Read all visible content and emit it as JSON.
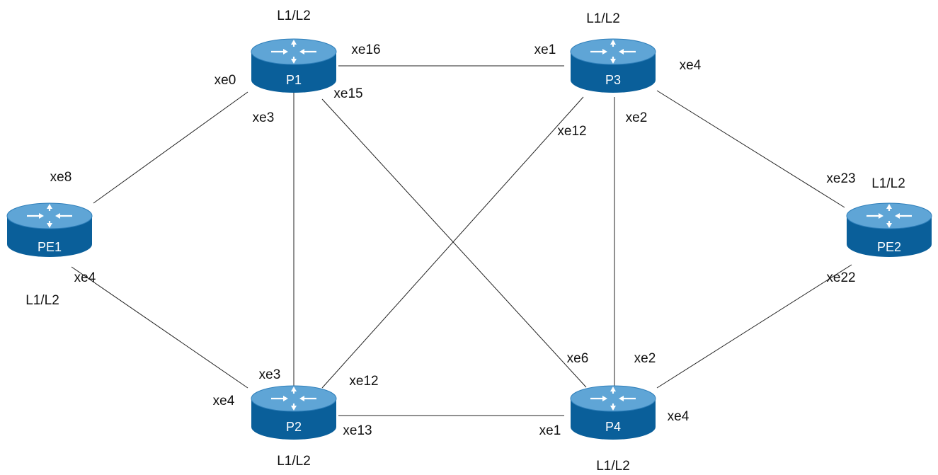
{
  "colors": {
    "router_side": "#0a5f9a",
    "router_top": "#5fa5d6",
    "router_top_edge": "#2f7fba",
    "arrow": "#ffffff",
    "link": "#222222"
  },
  "router_icon": "router-icon",
  "routers": [
    {
      "id": "P1",
      "name": "P1",
      "level": "L1/L2"
    },
    {
      "id": "P3",
      "name": "P3",
      "level": "L1/L2"
    },
    {
      "id": "PE1",
      "name": "PE1",
      "level": "L1/L2"
    },
    {
      "id": "PE2",
      "name": "PE2",
      "level": "L1/L2"
    },
    {
      "id": "P2",
      "name": "P2",
      "level": "L1/L2"
    },
    {
      "id": "P4",
      "name": "P4",
      "level": "L1/L2"
    }
  ],
  "links": [
    {
      "id": "p1-p3",
      "a": "P1",
      "b": "P3",
      "a_iface": "xe16",
      "b_iface": "xe1"
    },
    {
      "id": "p1-pe1",
      "a": "P1",
      "b": "PE1",
      "a_iface": "xe0",
      "b_iface": "xe8"
    },
    {
      "id": "p1-p2",
      "a": "P1",
      "b": "P2",
      "a_iface": "xe3",
      "b_iface": "xe3"
    },
    {
      "id": "p1-p4",
      "a": "P1",
      "b": "P4",
      "a_iface": "xe15",
      "b_iface": "xe6"
    },
    {
      "id": "p3-p2",
      "a": "P3",
      "b": "P2",
      "a_iface": "xe12",
      "b_iface": "xe12"
    },
    {
      "id": "p3-p4",
      "a": "P3",
      "b": "P4",
      "a_iface": "xe2",
      "b_iface": "xe2"
    },
    {
      "id": "p3-pe2",
      "a": "P3",
      "b": "PE2",
      "a_iface": "xe4",
      "b_iface": "xe23"
    },
    {
      "id": "pe1-p2",
      "a": "PE1",
      "b": "P2",
      "a_iface": "xe4",
      "b_iface": "xe4"
    },
    {
      "id": "p2-p4",
      "a": "P2",
      "b": "P4",
      "a_iface": "xe13",
      "b_iface": "xe1"
    },
    {
      "id": "p4-pe2",
      "a": "P4",
      "b": "PE2",
      "a_iface": "xe4",
      "b_iface": "xe22"
    }
  ]
}
